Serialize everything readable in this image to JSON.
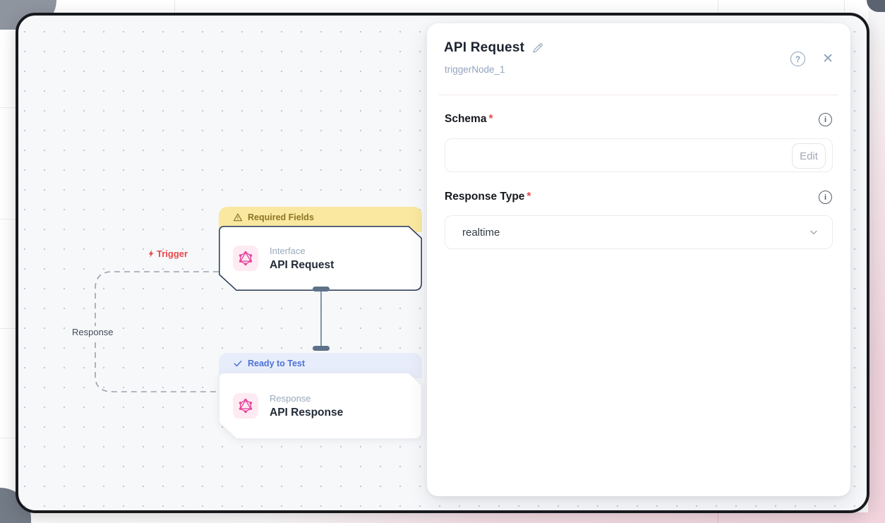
{
  "canvas": {
    "edges": {
      "trigger_label": "Trigger",
      "response_label": "Response"
    },
    "nodes": [
      {
        "banner": "Required Fields",
        "category": "Interface",
        "title": "API Request",
        "icon": "graphql-icon",
        "status": "warning"
      },
      {
        "banner": "Ready to Test",
        "category": "Response",
        "title": "API Response",
        "icon": "graphql-icon",
        "status": "ready"
      }
    ]
  },
  "panel": {
    "title": "API Request",
    "subtitle": "triggerNode_1",
    "required_marker": "*",
    "icons": {
      "help": "?",
      "close": "✕",
      "info": "i"
    },
    "schema": {
      "label": "Schema",
      "value": "",
      "edit_button": "Edit"
    },
    "response_type": {
      "label": "Response Type",
      "value": "realtime"
    }
  },
  "colors": {
    "accent_pink": "#e5469c",
    "warning_bg": "#fae8a0",
    "warning_text": "#8c7424",
    "ready_bg": "#e8edfb",
    "ready_text": "#4d73d6",
    "trigger_red": "#e8474a",
    "selected_node_border": "#33435f",
    "canvas_bg": "#f7f8fa"
  }
}
